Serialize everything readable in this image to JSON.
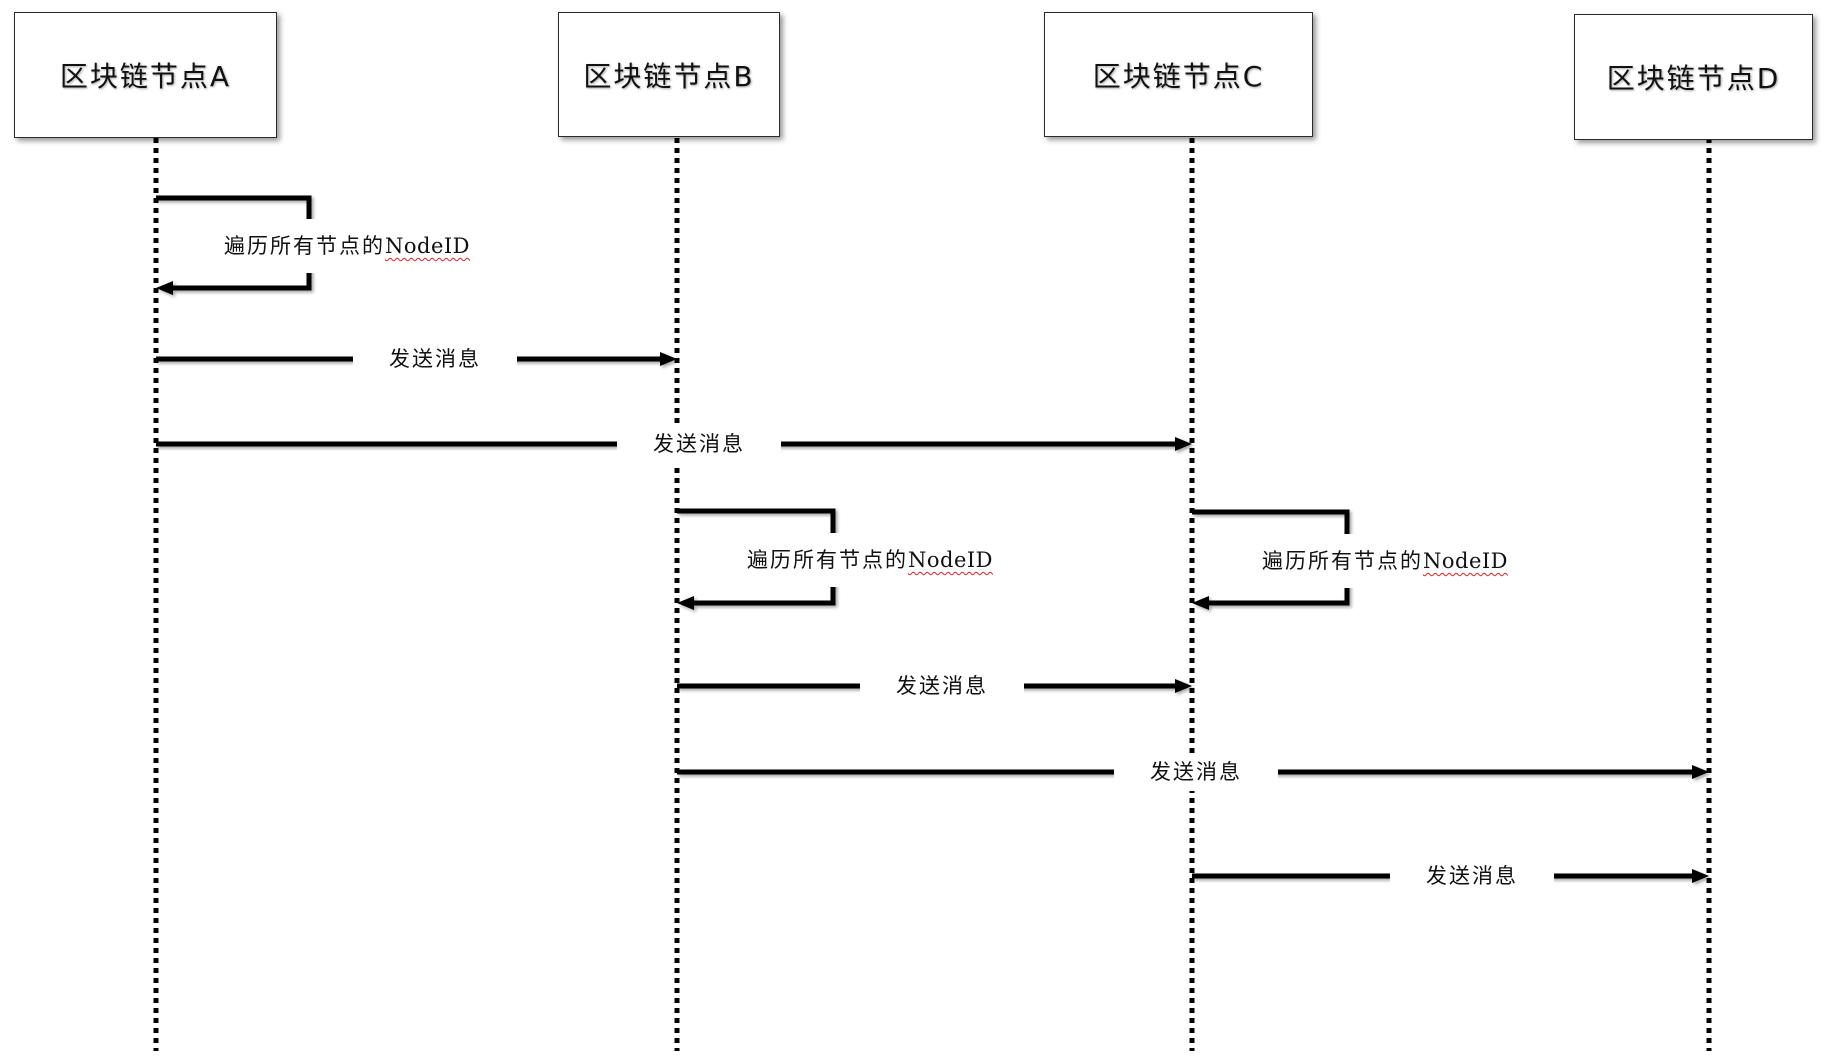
{
  "participants": [
    {
      "label": "区块链节点A"
    },
    {
      "label": "区块链节点B"
    },
    {
      "label": "区块链节点C"
    },
    {
      "label": "区块链节点D"
    }
  ],
  "messages": [
    {
      "from": 0,
      "to": 0,
      "label": "遍历所有节点的",
      "term": "NodeID"
    },
    {
      "from": 0,
      "to": 1,
      "label": "发送消息"
    },
    {
      "from": 0,
      "to": 2,
      "label": "发送消息"
    },
    {
      "from": 1,
      "to": 1,
      "label": "遍历所有节点的",
      "term": "NodeID"
    },
    {
      "from": 2,
      "to": 2,
      "label": "遍历所有节点的",
      "term": "NodeID"
    },
    {
      "from": 1,
      "to": 2,
      "label": "发送消息"
    },
    {
      "from": 1,
      "to": 3,
      "label": "发送消息"
    },
    {
      "from": 2,
      "to": 3,
      "label": "发送消息"
    }
  ],
  "colors": {
    "line": "#000000",
    "box_border": "#2b2b2b",
    "spellcheck_underline": "#e02020"
  }
}
